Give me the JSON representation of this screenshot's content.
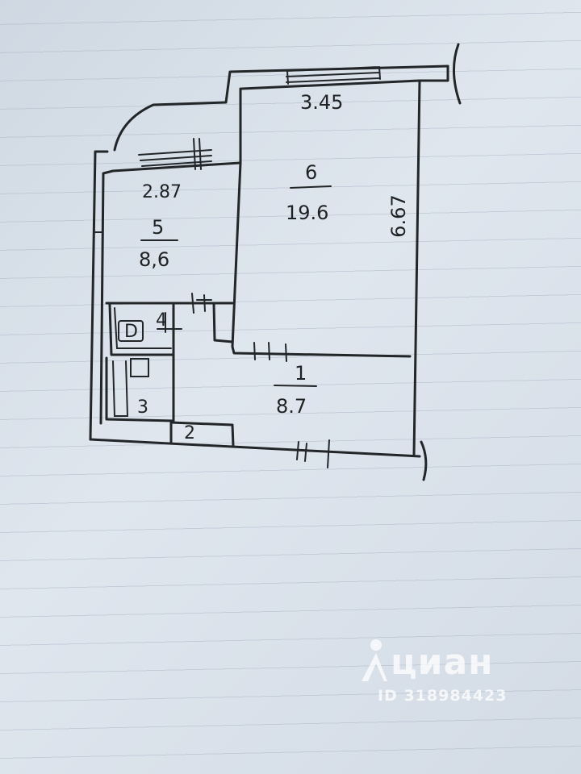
{
  "plan": {
    "rooms": [
      {
        "number": "6",
        "area": "19.6"
      },
      {
        "number": "5",
        "area": "8,6"
      },
      {
        "number": "1",
        "area": "8.7"
      },
      {
        "number": "3"
      },
      {
        "number": "2"
      },
      {
        "number": "4"
      }
    ],
    "dimensions": {
      "top_wall": "3.45",
      "balcony_wall": "2.87",
      "right_wall": "6.67"
    },
    "bathroom_symbol": "D"
  },
  "watermark": {
    "brand": "циан",
    "id_text": "ID 318984423"
  }
}
